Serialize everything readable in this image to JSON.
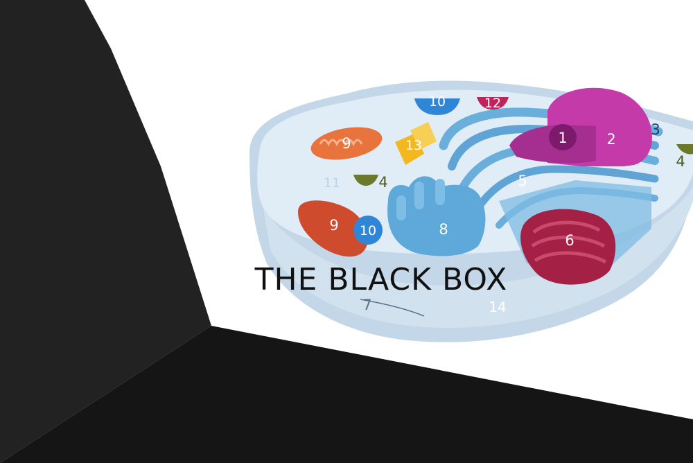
{
  "title": "THE BLACK BOX",
  "colors": {
    "black_box": "#1f1f1f",
    "cytoplasm": "#dbe8f3",
    "membrane": "#b7cde2",
    "er": "#6aaedb",
    "nucleus": "#c43aa9",
    "nucleolus": "#7d1a6b",
    "mitochondrion_orange": "#e9733d",
    "mitochondrion_red": "#cf4b2e",
    "lysosome_blue": "#2f86d6",
    "vesicle_crimson": "#c0245a",
    "golgi": "#a42045",
    "centriole_yellow": "#f3b81e",
    "ribosome_olive": "#6b7a2a",
    "label_light": "#b8d4ea"
  },
  "labels": {
    "l1": "1",
    "l2": "2",
    "l3": "3",
    "l4a": "4",
    "l4b": "4",
    "l5": "5",
    "l6": "6",
    "l7": "7",
    "l8": "8",
    "l9a": "9",
    "l9b": "9",
    "l10a": "10",
    "l10b": "10",
    "l11": "11",
    "l12": "12",
    "l13": "13",
    "l14": "14"
  }
}
